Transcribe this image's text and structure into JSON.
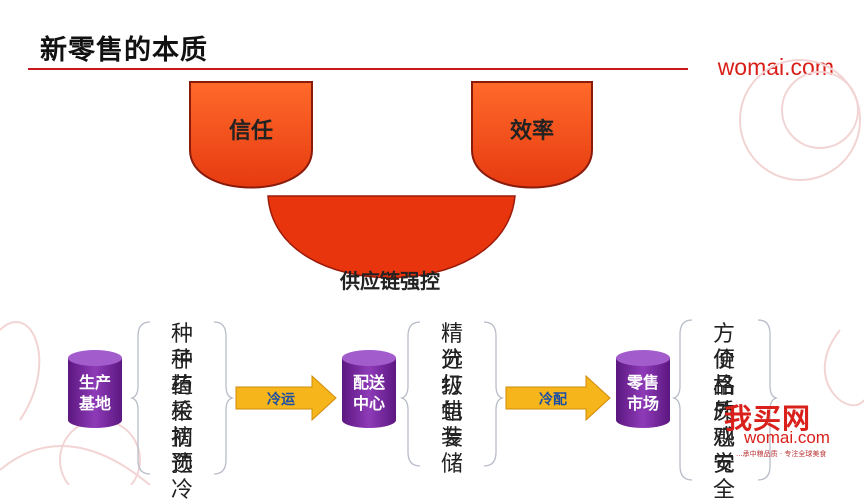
{
  "header": {
    "title": "新零售的本质",
    "brand": "womai.com"
  },
  "top": {
    "left_cup": "信任",
    "right_cup": "效率",
    "bowl": "供应链强控"
  },
  "flow": {
    "nodes": [
      {
        "label": [
          "生产",
          "基地"
        ]
      },
      {
        "label": [
          "配送",
          "中心"
        ]
      },
      {
        "label": [
          "零售",
          "市场"
        ]
      }
    ],
    "arrows": [
      "冷运",
      "冷配"
    ],
    "lists": [
      [
        "种子",
        "种植",
        "药检",
        "采摘",
        "初选",
        "预冷"
      ],
      [
        "精选",
        "分级",
        "打蜡",
        "包装",
        "专储"
      ],
      [
        "方便",
        "价格",
        "品质",
        "外观",
        "感觉",
        "安全"
      ]
    ]
  },
  "logo": {
    "cn": "我买网",
    "en": "womai.com",
    "tagline": "...承中粮品质 · 专注全球美食"
  },
  "colors": {
    "accent_red": "#c8171d",
    "cup_orange": "#f25a1d",
    "node_purple": "#7c2ba3",
    "arrow_gold": "#f6b51a"
  }
}
